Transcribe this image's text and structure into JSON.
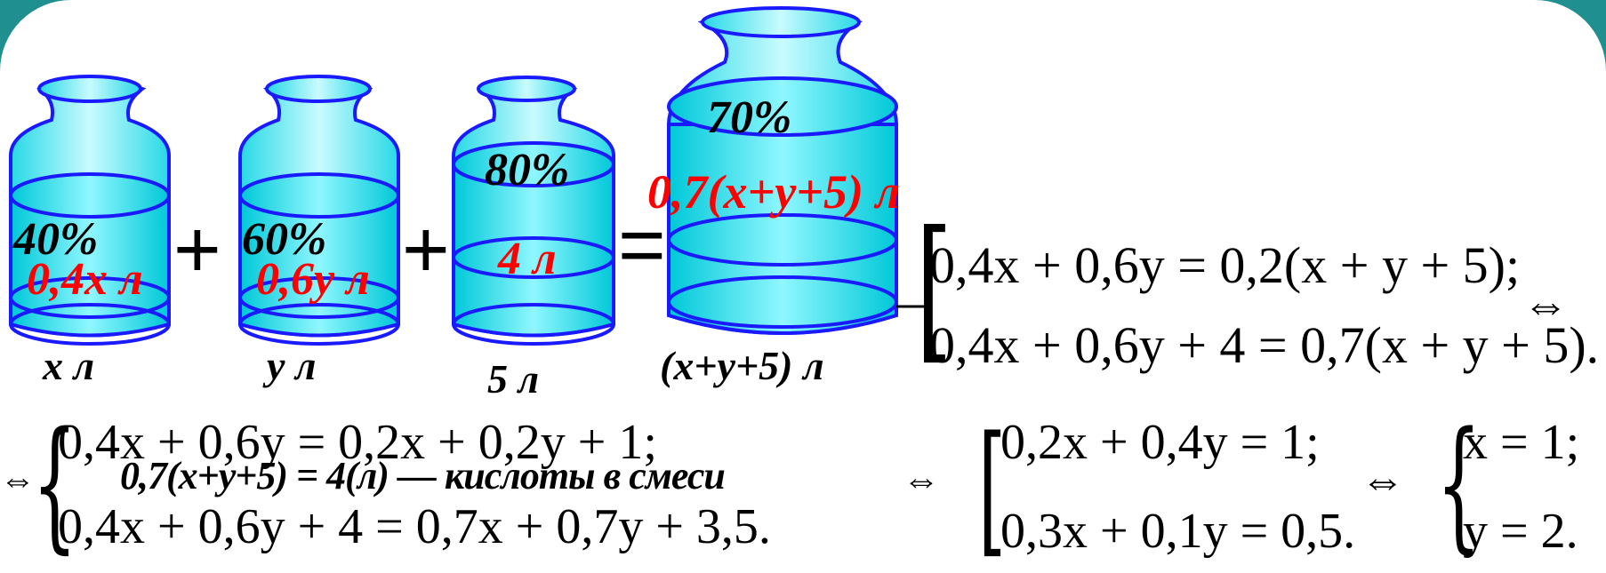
{
  "jars": [
    {
      "percent": "40%",
      "solute": "0,4x л",
      "volume": "x л"
    },
    {
      "percent": "60%",
      "solute": "0,6y л",
      "volume": "y л"
    },
    {
      "percent": "80%",
      "solute": "4 л",
      "volume": "5 л"
    },
    {
      "percent": "70%",
      "solute": "0,7(x+y+5) л",
      "volume": "(x+y+5) л"
    }
  ],
  "operators": {
    "plus": "+",
    "equals": "="
  },
  "system1": {
    "line1": "0,4x + 0,6y = 0,2(x + y + 5);",
    "line2": "0,4x + 0,6y + 4 = 0,7(x + y + 5)."
  },
  "system2": {
    "line1": "0,4x + 0,6y = 0,2x + 0,2y + 1;",
    "line2": "0,4x + 0,6y + 4 = 0,7x + 0,7y + 3,5."
  },
  "system3": {
    "line1": "0,2x + 0,4y = 1;",
    "line2": "0,3x + 0,1y = 0,5."
  },
  "system4": {
    "line1": "x = 1;",
    "line2": "y = 2."
  },
  "equiv": "⇔",
  "overlay_text": "0,7(x+y+5) = 4(л) — кислоты в смеси",
  "colors": {
    "jar_fill": "#9ff4f4",
    "jar_stroke": "#1a1aff",
    "accent": "#ff0000",
    "frame": "#1f8f8f"
  }
}
